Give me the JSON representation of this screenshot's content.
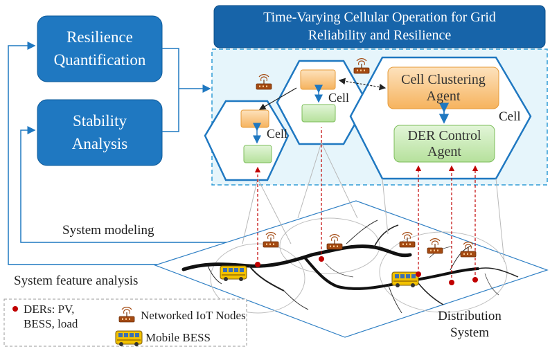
{
  "header": {
    "title_line1": "Time-Varying Cellular Operation for Grid",
    "title_line2": "Reliability and Resilience"
  },
  "left_boxes": {
    "resilience_line1": "Resilience",
    "resilience_line2": "Quantification",
    "stability_line1": "Stability",
    "stability_line2": "Analysis"
  },
  "cells": {
    "small_cell_label": "Cell",
    "mid_cell_label": "Cell",
    "large_cell_label": "Cell",
    "clustering_line1": "Cell Clustering",
    "clustering_line2": "Agent",
    "der_line1": "DER Control",
    "der_line2": "Agent"
  },
  "feedback": {
    "system_modeling": "System modeling",
    "system_feature_analysis": "System feature analysis"
  },
  "legend": {
    "ders_line1": "DERs: PV,",
    "ders_line2": "BESS, load",
    "iot_nodes": "Networked IoT Nodes",
    "mobile_bess": "Mobile BESS"
  },
  "distribution": {
    "line1": "Distribution",
    "line2": "System"
  },
  "colors": {
    "box_blue": "#1f78c1",
    "header_blue": "#1764a9",
    "panel_fill": "#e6f5fb",
    "cell_orange": "#f9c07a",
    "cell_green": "#c7eab4",
    "der_red": "#c00000"
  },
  "icons": [
    "router-icon",
    "bus-icon",
    "der-dot-icon"
  ]
}
